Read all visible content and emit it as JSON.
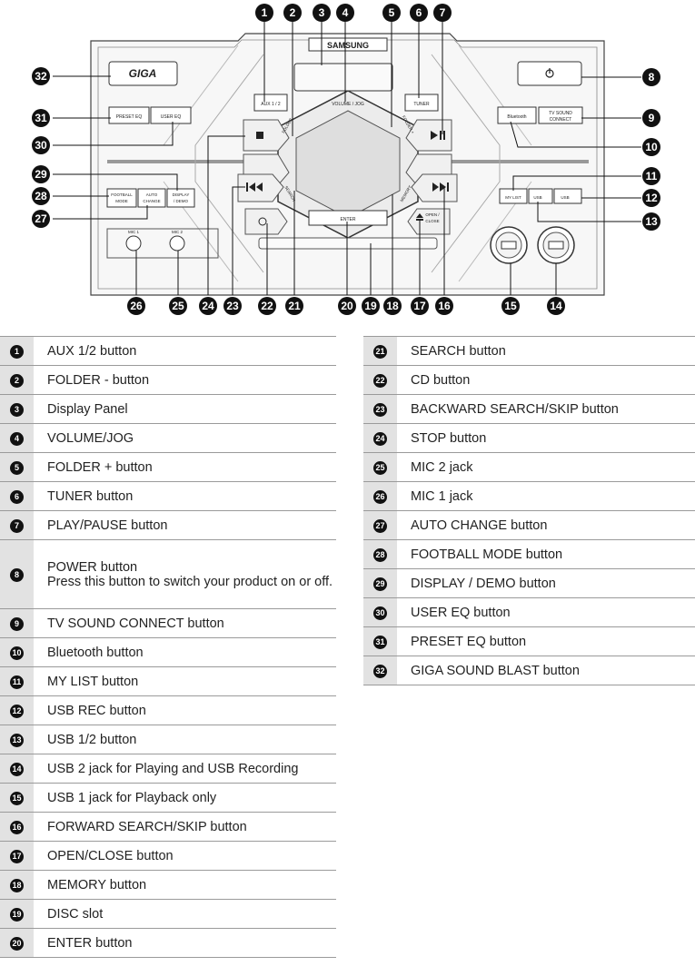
{
  "device": {
    "brand": "SAMSUNG",
    "logo": "GIGA",
    "buttons": {
      "aux": "AUX 1 / 2",
      "volume_jog": "VOLUME / JOG",
      "tuner": "TUNER",
      "preset_eq": "PRESET EQ",
      "user_eq": "USER EQ",
      "bluetooth": "Bluetooth",
      "tv_sound_connect_1": "TV SOUND",
      "tv_sound_connect_2": "CONNECT",
      "football_mode_1": "FOOTBALL",
      "football_mode_2": "MODE",
      "auto_change_1": "AUTO",
      "auto_change_2": "CHANGE",
      "display_demo_1": "DISPLAY",
      "display_demo_2": "/ DEMO",
      "my_list": "MY LIST",
      "usb_12": "USB",
      "usb_rec": "USB",
      "enter": "ENTER",
      "open_close_1": "OPEN /",
      "open_close_2": "CLOSE",
      "mic1": "MIC 1",
      "mic2": "MIC 2",
      "folder_minus": "FOLDER -",
      "folder_plus": "FOLDER +",
      "search": "SEARCH",
      "memory": "MEMORY"
    }
  },
  "callouts": {
    "top": [
      "1",
      "2",
      "3",
      "4",
      "5",
      "6",
      "7"
    ],
    "left": [
      "32",
      "31",
      "30",
      "29",
      "28",
      "27"
    ],
    "right": [
      "8",
      "9",
      "10",
      "11",
      "12",
      "13"
    ],
    "bottom": [
      "26",
      "25",
      "24",
      "23",
      "22",
      "21",
      "20",
      "19",
      "18",
      "17",
      "16",
      "15",
      "14"
    ]
  },
  "legend_left": [
    {
      "num": "1",
      "text": "AUX 1/2 button"
    },
    {
      "num": "2",
      "text": "FOLDER - button"
    },
    {
      "num": "3",
      "text": "Display Panel"
    },
    {
      "num": "4",
      "text": "VOLUME/JOG"
    },
    {
      "num": "5",
      "text": "FOLDER + button"
    },
    {
      "num": "6",
      "text": "TUNER button"
    },
    {
      "num": "7",
      "text": "PLAY/PAUSE button"
    },
    {
      "num": "8",
      "text": "POWER button",
      "desc": "Press this button to switch your product on or off."
    },
    {
      "num": "9",
      "text": "TV SOUND CONNECT button"
    },
    {
      "num": "10",
      "text": "Bluetooth button"
    },
    {
      "num": "11",
      "text": "MY LIST button"
    },
    {
      "num": "12",
      "text": "USB REC button"
    },
    {
      "num": "13",
      "text": "USB 1/2 button"
    },
    {
      "num": "14",
      "text": "USB 2 jack for Playing and USB Recording"
    },
    {
      "num": "15",
      "text": "USB 1 jack for Playback only"
    },
    {
      "num": "16",
      "text": "FORWARD SEARCH/SKIP button"
    },
    {
      "num": "17",
      "text": "OPEN/CLOSE button"
    },
    {
      "num": "18",
      "text": "MEMORY button"
    },
    {
      "num": "19",
      "text": "DISC slot"
    },
    {
      "num": "20",
      "text": "ENTER button"
    }
  ],
  "legend_right": [
    {
      "num": "21",
      "text": "SEARCH button"
    },
    {
      "num": "22",
      "text": "CD button"
    },
    {
      "num": "23",
      "text": "BACKWARD SEARCH/SKIP button"
    },
    {
      "num": "24",
      "text": "STOP button"
    },
    {
      "num": "25",
      "text": "MIC 2 jack"
    },
    {
      "num": "26",
      "text": "MIC 1 jack"
    },
    {
      "num": "27",
      "text": "AUTO CHANGE button"
    },
    {
      "num": "28",
      "text": "FOOTBALL MODE button"
    },
    {
      "num": "29",
      "text": "DISPLAY / DEMO button"
    },
    {
      "num": "30",
      "text": "USER EQ button"
    },
    {
      "num": "31",
      "text": " PRESET EQ button"
    },
    {
      "num": "32",
      "text": "GIGA SOUND BLAST button"
    }
  ]
}
